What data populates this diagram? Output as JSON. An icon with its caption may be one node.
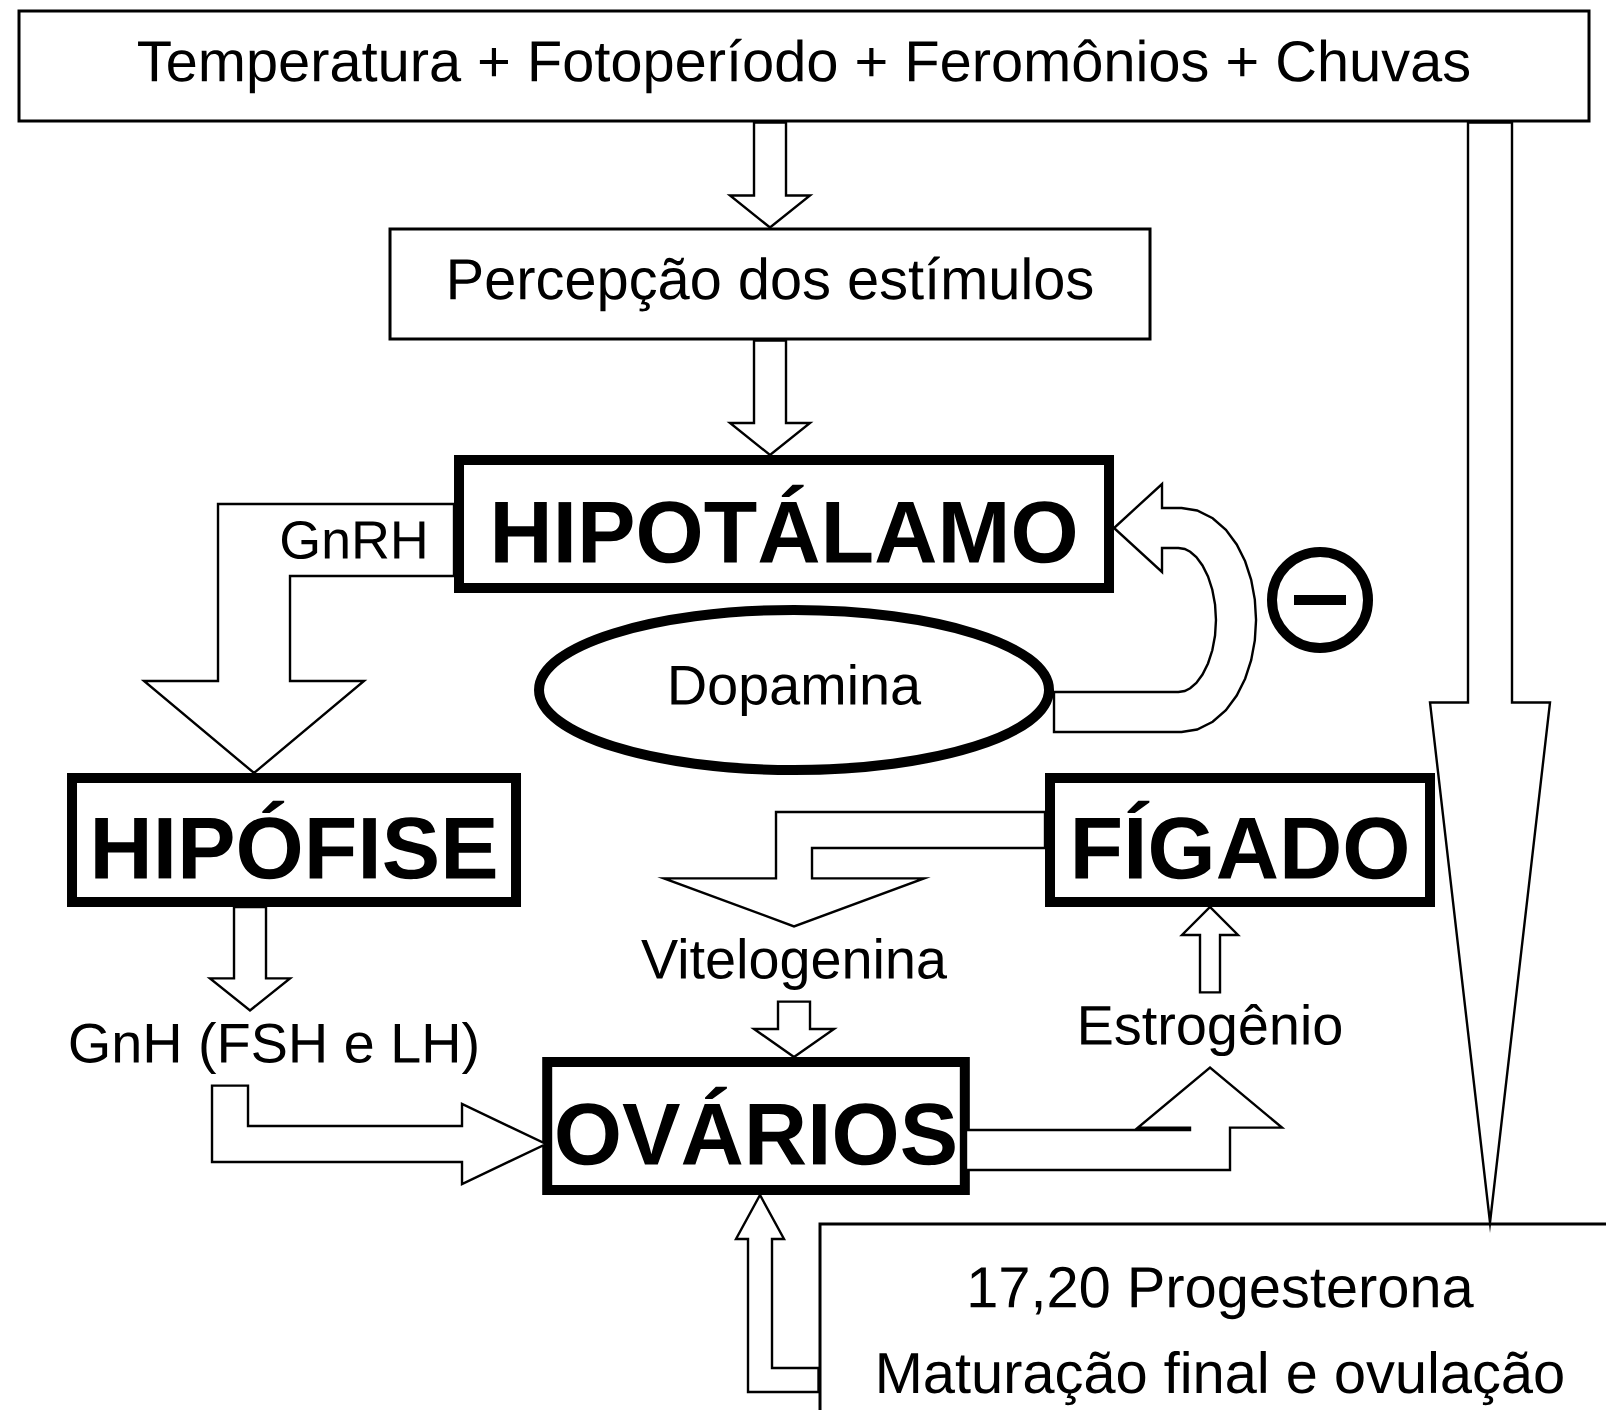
{
  "diagram": {
    "nodes": [
      {
        "text": [
          "Temperatura + Fotoperíodo + Feromônios + Chuvas"
        ]
      },
      {
        "text": [
          "Percepção dos estímulos"
        ]
      },
      {
        "text": [
          "HIPOTÁLAMO"
        ]
      },
      {
        "text": [
          "Dopamina"
        ]
      },
      {
        "text": [
          "HIPÓFISE"
        ]
      },
      {
        "text": [
          "FÍGADO"
        ]
      },
      {
        "text": [
          "OVÁRIOS"
        ]
      },
      {
        "text": [
          "17,20 Progesterona",
          "Maturação final e ovulação"
        ]
      },
      {
        "text": [
          "Vitelogenina"
        ]
      },
      {
        "text": [
          "GnH (FSH e LH)"
        ]
      },
      {
        "text": [
          "Estrogênio"
        ]
      }
    ],
    "edges": [
      {
        "from": 0,
        "to": 1,
        "arrow": "to"
      },
      {
        "from": 1,
        "to": 2,
        "arrow": "to"
      },
      {
        "from": 2,
        "to": 4,
        "arrow": "to",
        "label": "GnRH"
      },
      {
        "from": 3,
        "to": 2,
        "arrow": "to"
      },
      {
        "from": 5,
        "to": 8,
        "arrow": "to"
      },
      {
        "from": 8,
        "to": 6,
        "arrow": "to"
      },
      {
        "from": 4,
        "to": 9,
        "arrow": "to"
      },
      {
        "from": 9,
        "to": 6,
        "arrow": "to"
      },
      {
        "from": 6,
        "to": 10,
        "arrow": "to"
      },
      {
        "from": 10,
        "to": 5,
        "arrow": "to"
      },
      {
        "from": 0,
        "to": 7,
        "arrow": "to"
      },
      {
        "from": 7,
        "to": 6,
        "arrow": "to"
      }
    ]
  }
}
